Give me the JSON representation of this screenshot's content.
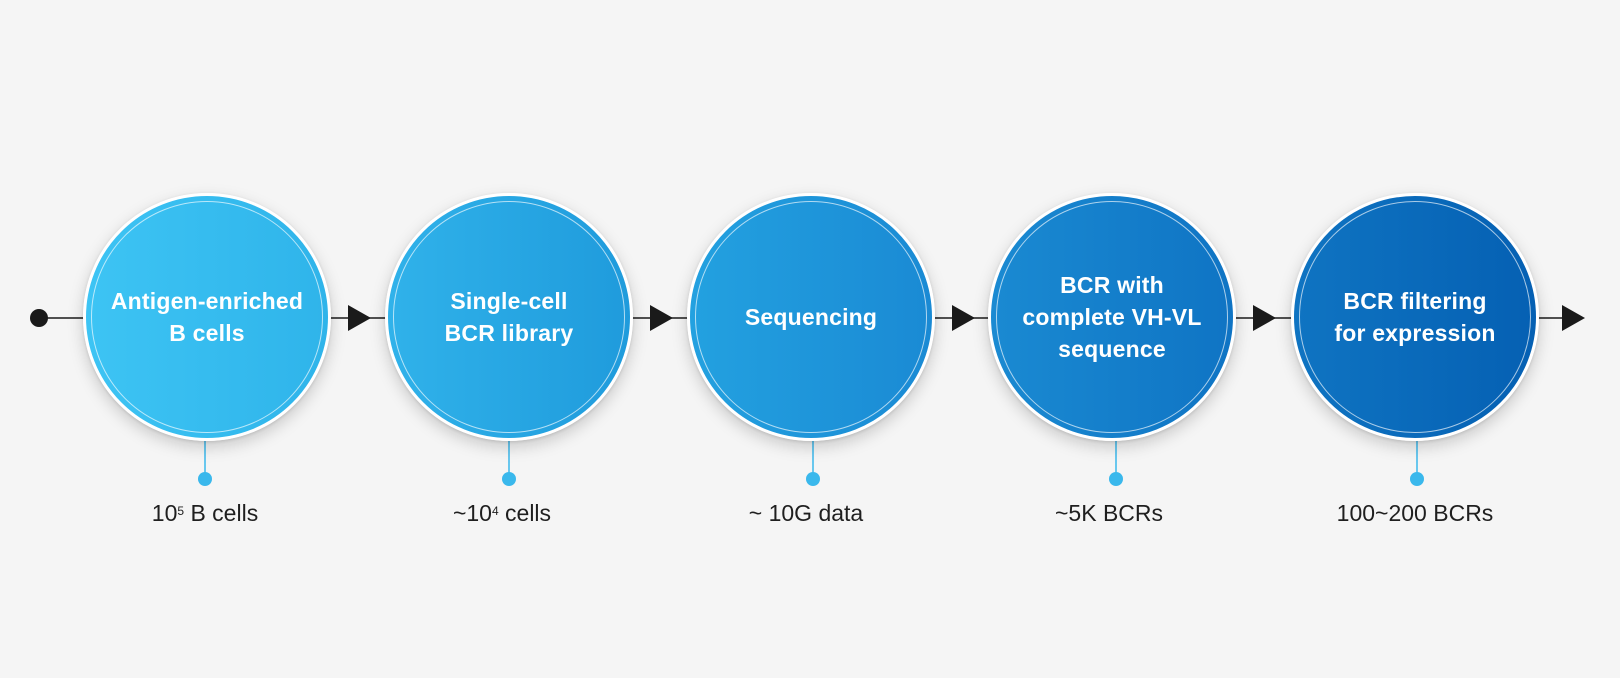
{
  "steps": [
    {
      "lines": [
        "Antigen-enriched",
        "B cells"
      ],
      "stat": {
        "prefix": "10",
        "sup": "5",
        "suffix": " B cells"
      }
    },
    {
      "lines": [
        "Single-cell",
        "BCR library"
      ],
      "stat": {
        "prefix": "~10",
        "sup": "4",
        "suffix": " cells"
      }
    },
    {
      "lines": [
        "Sequencing"
      ],
      "stat": {
        "prefix": "~ 10G data",
        "sup": "",
        "suffix": ""
      }
    },
    {
      "lines": [
        "BCR with",
        "complete VH-VL",
        "sequence"
      ],
      "stat": {
        "prefix": "~5K BCRs",
        "sup": "",
        "suffix": ""
      }
    },
    {
      "lines": [
        "BCR filtering",
        "for expression"
      ],
      "stat": {
        "prefix": "100~200 BCRs",
        "sup": "",
        "suffix": ""
      }
    }
  ],
  "colors": {
    "timeline": "#1a1a1a",
    "connector": "#3ab8ec",
    "background": "#f5f5f5"
  }
}
